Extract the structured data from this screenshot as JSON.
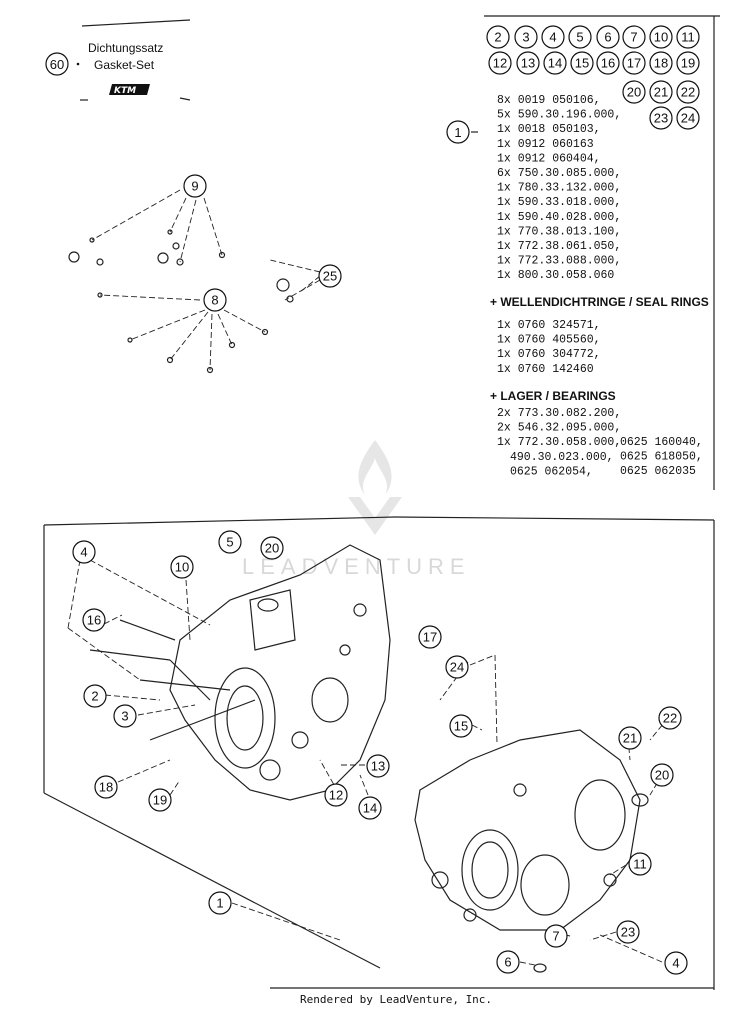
{
  "gasket_set": {
    "number": "60",
    "label_de": "Dichtungssatz",
    "label_en": "Gasket-Set",
    "brand": "KTM"
  },
  "kit": {
    "number": "1",
    "included_callouts": [
      "2",
      "3",
      "4",
      "5",
      "6",
      "7",
      "10",
      "11",
      "12",
      "13",
      "14",
      "15",
      "16",
      "17",
      "18",
      "19",
      "20",
      "21",
      "22",
      "23",
      "24"
    ],
    "parts": [
      "8x 0019 050106,",
      "5x 590.30.196.000,",
      "1x 0018 050103,",
      "1x 0912 060163",
      "1x 0912 060404,",
      "6x 750.30.085.000,",
      "1x 780.33.132.000,",
      "1x 590.33.018.000,",
      "1x 590.40.028.000,",
      "1x 770.38.013.100,",
      "1x 772.38.061.050,",
      "1x 772.33.088.000,",
      "1x 800.30.058.060"
    ],
    "seal_heading": "+ WELLENDICHTRINGE / SEAL RINGS",
    "seal_rings": [
      "1x 0760 324571,",
      "1x 0760 405560,",
      "1x 0760 304772,",
      "1x 0760 142460"
    ],
    "bearing_heading": "+ LAGER / BEARINGS",
    "bearings_left": [
      "2x 773.30.082.200,",
      "2x 546.32.095.000,",
      "1x 772.30.058.000,",
      "490.30.023.000,",
      "0625 062054,"
    ],
    "bearings_right": [
      "0625 160040,",
      "0625 618050,",
      "0625 062035"
    ]
  },
  "upper_callouts": [
    "9",
    "8",
    "25"
  ],
  "lower_callouts": [
    "4",
    "5",
    "20",
    "10",
    "16",
    "2",
    "3",
    "18",
    "19",
    "12",
    "13",
    "14",
    "17",
    "24",
    "15",
    "22",
    "21",
    "20",
    "11",
    "1",
    "7",
    "23",
    "6",
    "4"
  ],
  "watermark": "LEADVENTURE",
  "footer": "Rendered by LeadVenture, Inc."
}
